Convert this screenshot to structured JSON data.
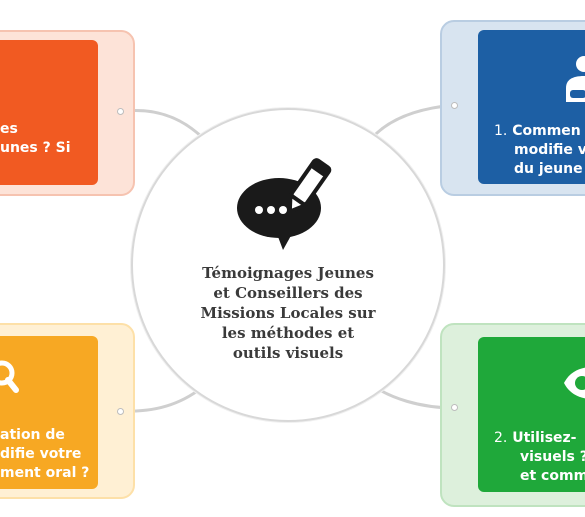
{
  "center": {
    "title_lines": [
      "Témoignages Jeunes",
      "et Conseillers des",
      "Missions Locales sur",
      "les méthodes et",
      "outils visuels"
    ]
  },
  "topics": {
    "top_left": {
      "lines": [
        "es",
        "unes ? Si"
      ],
      "color": "#f15a22",
      "frame_color": "#fbd3c4"
    },
    "top_right": {
      "number": "1.",
      "lines": [
        "Commen",
        "modifie v",
        "du jeune"
      ],
      "color": "#1d5fa4",
      "frame_color": "#c9d9ea"
    },
    "bottom_left": {
      "lines": [
        "ation de",
        "difie votre",
        "ment oral ?"
      ],
      "color": "#f7a823",
      "frame_color": "#fde6bf"
    },
    "bottom_right": {
      "number": "2.",
      "lines": [
        "Utilisez-",
        "visuels ?",
        "et comm"
      ],
      "color": "#1fa83a",
      "frame_color": "#cfe9cf"
    }
  },
  "icons": {
    "center": "speech-bubble-pencil-icon",
    "top_right": "person-icon",
    "bottom_left": "search-icon",
    "bottom_right": "eye-icon"
  }
}
